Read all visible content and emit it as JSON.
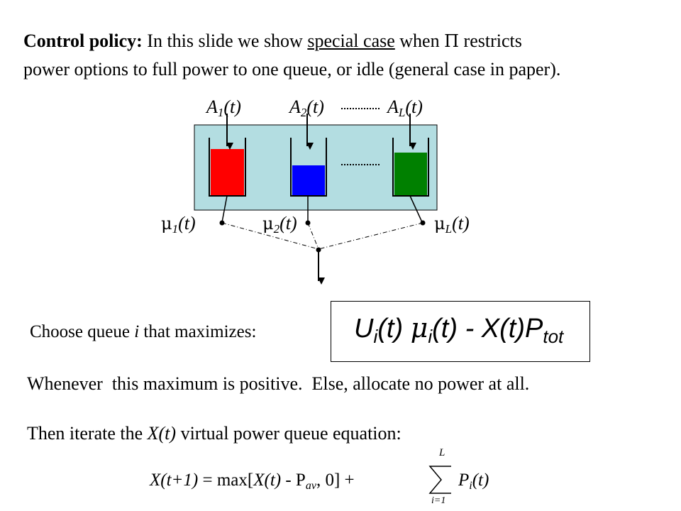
{
  "intro": {
    "heading": "Control policy:",
    "text1": " In this slide we show ",
    "underlined": "special case",
    "text2": " when ",
    "pi_symbol": "Π",
    "text3": " restricts",
    "line2": "power options to full power to one queue, or idle (general case in paper)."
  },
  "arrivals": [
    {
      "base": "A",
      "sub": "1",
      "tail": "(t)"
    },
    {
      "base": "A",
      "sub": "2",
      "tail": "(t)"
    },
    {
      "base": "A",
      "sub": "L",
      "tail": "(t)"
    }
  ],
  "services": [
    {
      "base": "μ",
      "sub": "1",
      "tail": "(t)"
    },
    {
      "base": "μ",
      "sub": "2",
      "tail": "(t)"
    },
    {
      "base": "μ",
      "sub": "L",
      "tail": "(t)"
    }
  ],
  "colors": {
    "panel": "#b3dde1",
    "queue1": "#ff0000",
    "queue2": "#0000ff",
    "queueL": "#008000"
  },
  "choose": {
    "prefix": "Choose queue ",
    "var": "i",
    "suffix": " that maximizes:"
  },
  "objective": {
    "u": "U",
    "u_sub": "i",
    "t1": "(t) ",
    "mu": "μ",
    "mu_sub": "i",
    "t2": "(t) - X(t)P",
    "p_sub": "tot"
  },
  "whenever": "Whenever  this maximum is positive.  Else, allocate no power at all.",
  "iterate": {
    "prefix": "Then iterate the ",
    "var": "X(t)",
    "suffix": " virtual power queue equation:"
  },
  "formula": {
    "lhs": "X(t+1)",
    "eq": " = max[",
    "xt": "X(t)",
    "minus": " - P",
    "pav_sub": "av",
    "tail": ", 0] + ",
    "sum_top": "L",
    "sum_bottom": "i=1",
    "p": "P",
    "p_sub": "i",
    "p_tail": "(t)"
  }
}
